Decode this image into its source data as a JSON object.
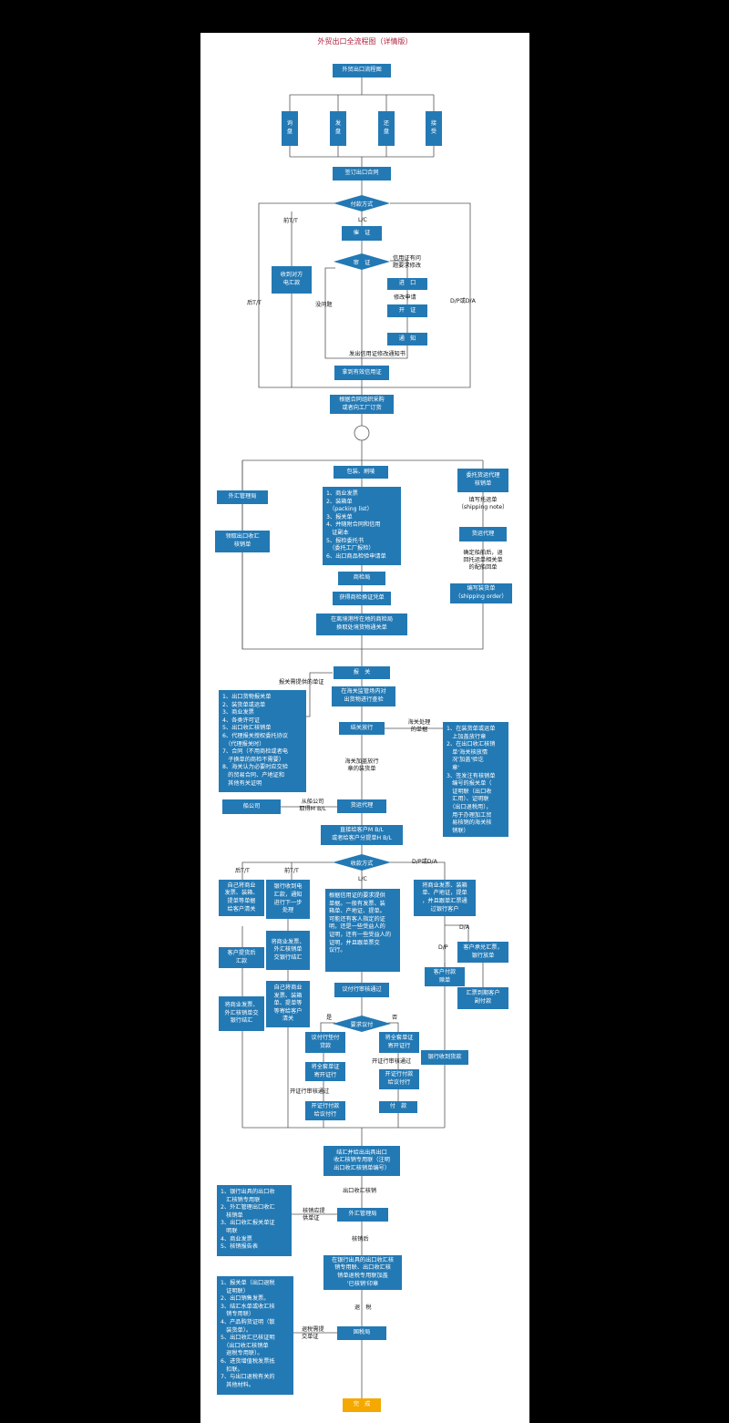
{
  "title": "外贸出口全流程图（详情版）",
  "nodes": {
    "start": "外贸出口流程图",
    "xunpan": "询\n盘",
    "fapan": "发\n盘",
    "huanpan": "还\n盘",
    "jieshou": "接\n受",
    "sign": "签订出口合同",
    "pay_method": "付款方式",
    "cuizheng": "催　证",
    "shenzheng": "审　证",
    "received": "收到对方\n电汇款",
    "jinkou": "进　口",
    "kaizheng": "开　证",
    "tongzhi": "通　知",
    "valid_lc": "拿到有效信用证",
    "purchase": "根据合同组织采购\n或者向工厂订货",
    "packing": "包装、刷唛",
    "forex1": "外汇管理局",
    "apply_form": "领取出口收汇\n核销单",
    "docs_list": "1、商业发票\n2、装箱单\n　（packing list）\n3、报关单\n4、并随附合同和信用\n　证副本\n5、报检委托书\n　（委托工厂报检）\n6、出口商品检验申请单",
    "inspect": "商检局",
    "inspect_cert": "获得商检换证凭单",
    "exchange": "在离境港所在地的商检局\n换取处境货物通关单",
    "agent_entrust": "委托货运代理\n核销单",
    "freight": "货运代理",
    "shipping_order": "编写装货单\n（shipping order）",
    "customs": "报　关",
    "customs_docs": "1、出口货物报关单\n2、装货单或运单\n3、商业发票\n4、各类许可证\n5、出口收汇核销单\n6、代理报关授权委托协议\n　（代理报关时）\n7、合同（不用商检或者电\n　子换单的商检不需要）\n8、海关认为必要时应交验\n　的贸易合同、产地证和\n　其他有关证明",
    "inspect_goods": "在海关监管场内对\n出货物进行查验",
    "release": "结关放行",
    "customs_proc": "1、在装货单或运单\n　上加盖放行章\n2、在出口收汇核销\n　单'海关核放情\n　况'加盖'验讫\n　章'\n3、签发注有核销单\n　编号的报关单（\n　证明联（出口收\n　汇用）、证明联\n　（出口退税用），\n　用于办理加工贸\n　易核销的海关核\n　销联）",
    "freight2": "货运代理",
    "ship_co": "船公司",
    "give_bl": "直接给客户M B/L\n或者给客户分提单H B/L",
    "collect_method": "收款方式",
    "tt_after": "自己将商业\n发票、装箱、\n提单等单据\n给客户清关",
    "tt_pre": "银行收到电\n汇款，通知\n进行下一步\n处理",
    "tt_bank_docs": "将商业发票、\n外汇核销单\n交银行结汇",
    "client_pays": "客户提货后\n汇款",
    "self_docs": "自己将商业\n发票、装箱\n单、提单等\n等寄给客户\n清关",
    "settle": "将商业发票、\n外汇核销单交\n银行结汇",
    "lc_prepare": "根据信用证的要求提供\n单据。一般有发票、装\n箱单、产地证、提单。\n可能还有客人指定的证\n明，还是一些受益人的\n证明，还有一些受益人的\n证明，并且跟单票交\n议行。",
    "discount_bank": "议付行审核通过",
    "require_pay": "要求议付",
    "negotiating": "议付行垫付\n贷款",
    "send_set1": "将全套单证\n寄开证行",
    "send_set2": "将全套单证\n寄开证行",
    "issuer_pay1": "开证行付款\n给议付行",
    "issuer_pay2": "开证行付款\n给议付行",
    "payment": "付　款",
    "dp_docs": "将商业发票、装箱\n单、产地证，提单\n，并且跟单汇票通\n过银行客户",
    "accept": "客户承兑汇票，\n银行放单",
    "client_pay": "客户付款\n赎单",
    "due_pay": "汇票到期客户\n副付款",
    "bank_receive": "银行收到货款",
    "bank_settle": "结汇并给出出具出口\n收汇核销专用联（注明\n出口收汇核销单编号）",
    "forex2": "外汇管理局",
    "verify_docs": "1、银行出具的出口收\n　汇核销专用联\n2、外汇管理出口收汇\n　核销单\n3、出口收汇报关单证\n　明联\n4、商业发票\n5、核销报告表",
    "stamp": "在银行出具的出口收汇核\n销专用联、出口收汇核\n销单退税专用联加盖\n'已核销'印章",
    "tax_docs": "1、报关单（出口退税\n　证明联）\n2、出口销售发票。\n3、结汇水单或收汇核\n　销专用联）\n4、产品购货证明（散\n　装货单）。\n5、出口收汇已核证明\n　（出口收汇核销单\n　退税专用联）。\n6、进货增值税发票抵\n　扣联。\n7、与出口退税有关的\n　其他材料。",
    "tax_bureau": "国税局",
    "done": "完　成"
  },
  "labels": {
    "pre_tt": "前T/T",
    "lc": "L/C",
    "post_tt": "后T/T",
    "dp_da": "D/P或D/A",
    "lc_problem": "信用证有问\n题要求修改",
    "no_problem": "没问题",
    "modify": "修改申请",
    "issue_modify": "发出信用证修改通知书",
    "write_note": "填写托运单\n（shipping note）",
    "confirm_ship": "确定船舶后，退\n回托运单相关单\n的配船回单",
    "customs_docs_lbl": "报关需提供的单证",
    "customs_proc_lbl": "海关处理\n的单据",
    "stamp_release": "海关加盖放行\n章的装货单",
    "get_bl": "从船公司\n取得M B/L",
    "post_tt2": "后T/T",
    "pre_tt2": "前T/T",
    "lc2": "L/C",
    "dp_da2": "D/P或D/A",
    "dp": "D/P",
    "da": "D/A",
    "yes": "是",
    "no": "否",
    "issuer_ok1": "开证行审核通过",
    "issuer_ok2": "开证行审核通过",
    "verify_form": "出口收汇核销",
    "verify_need": "核销应提\n供单证",
    "after_verify": "核销后",
    "tax_refund": "退　税",
    "tax_need": "退税需提\n交单证"
  },
  "colors": {
    "box": "#2379b4",
    "title": "#b0203d",
    "done": "#f5a800",
    "line": "#555555"
  }
}
